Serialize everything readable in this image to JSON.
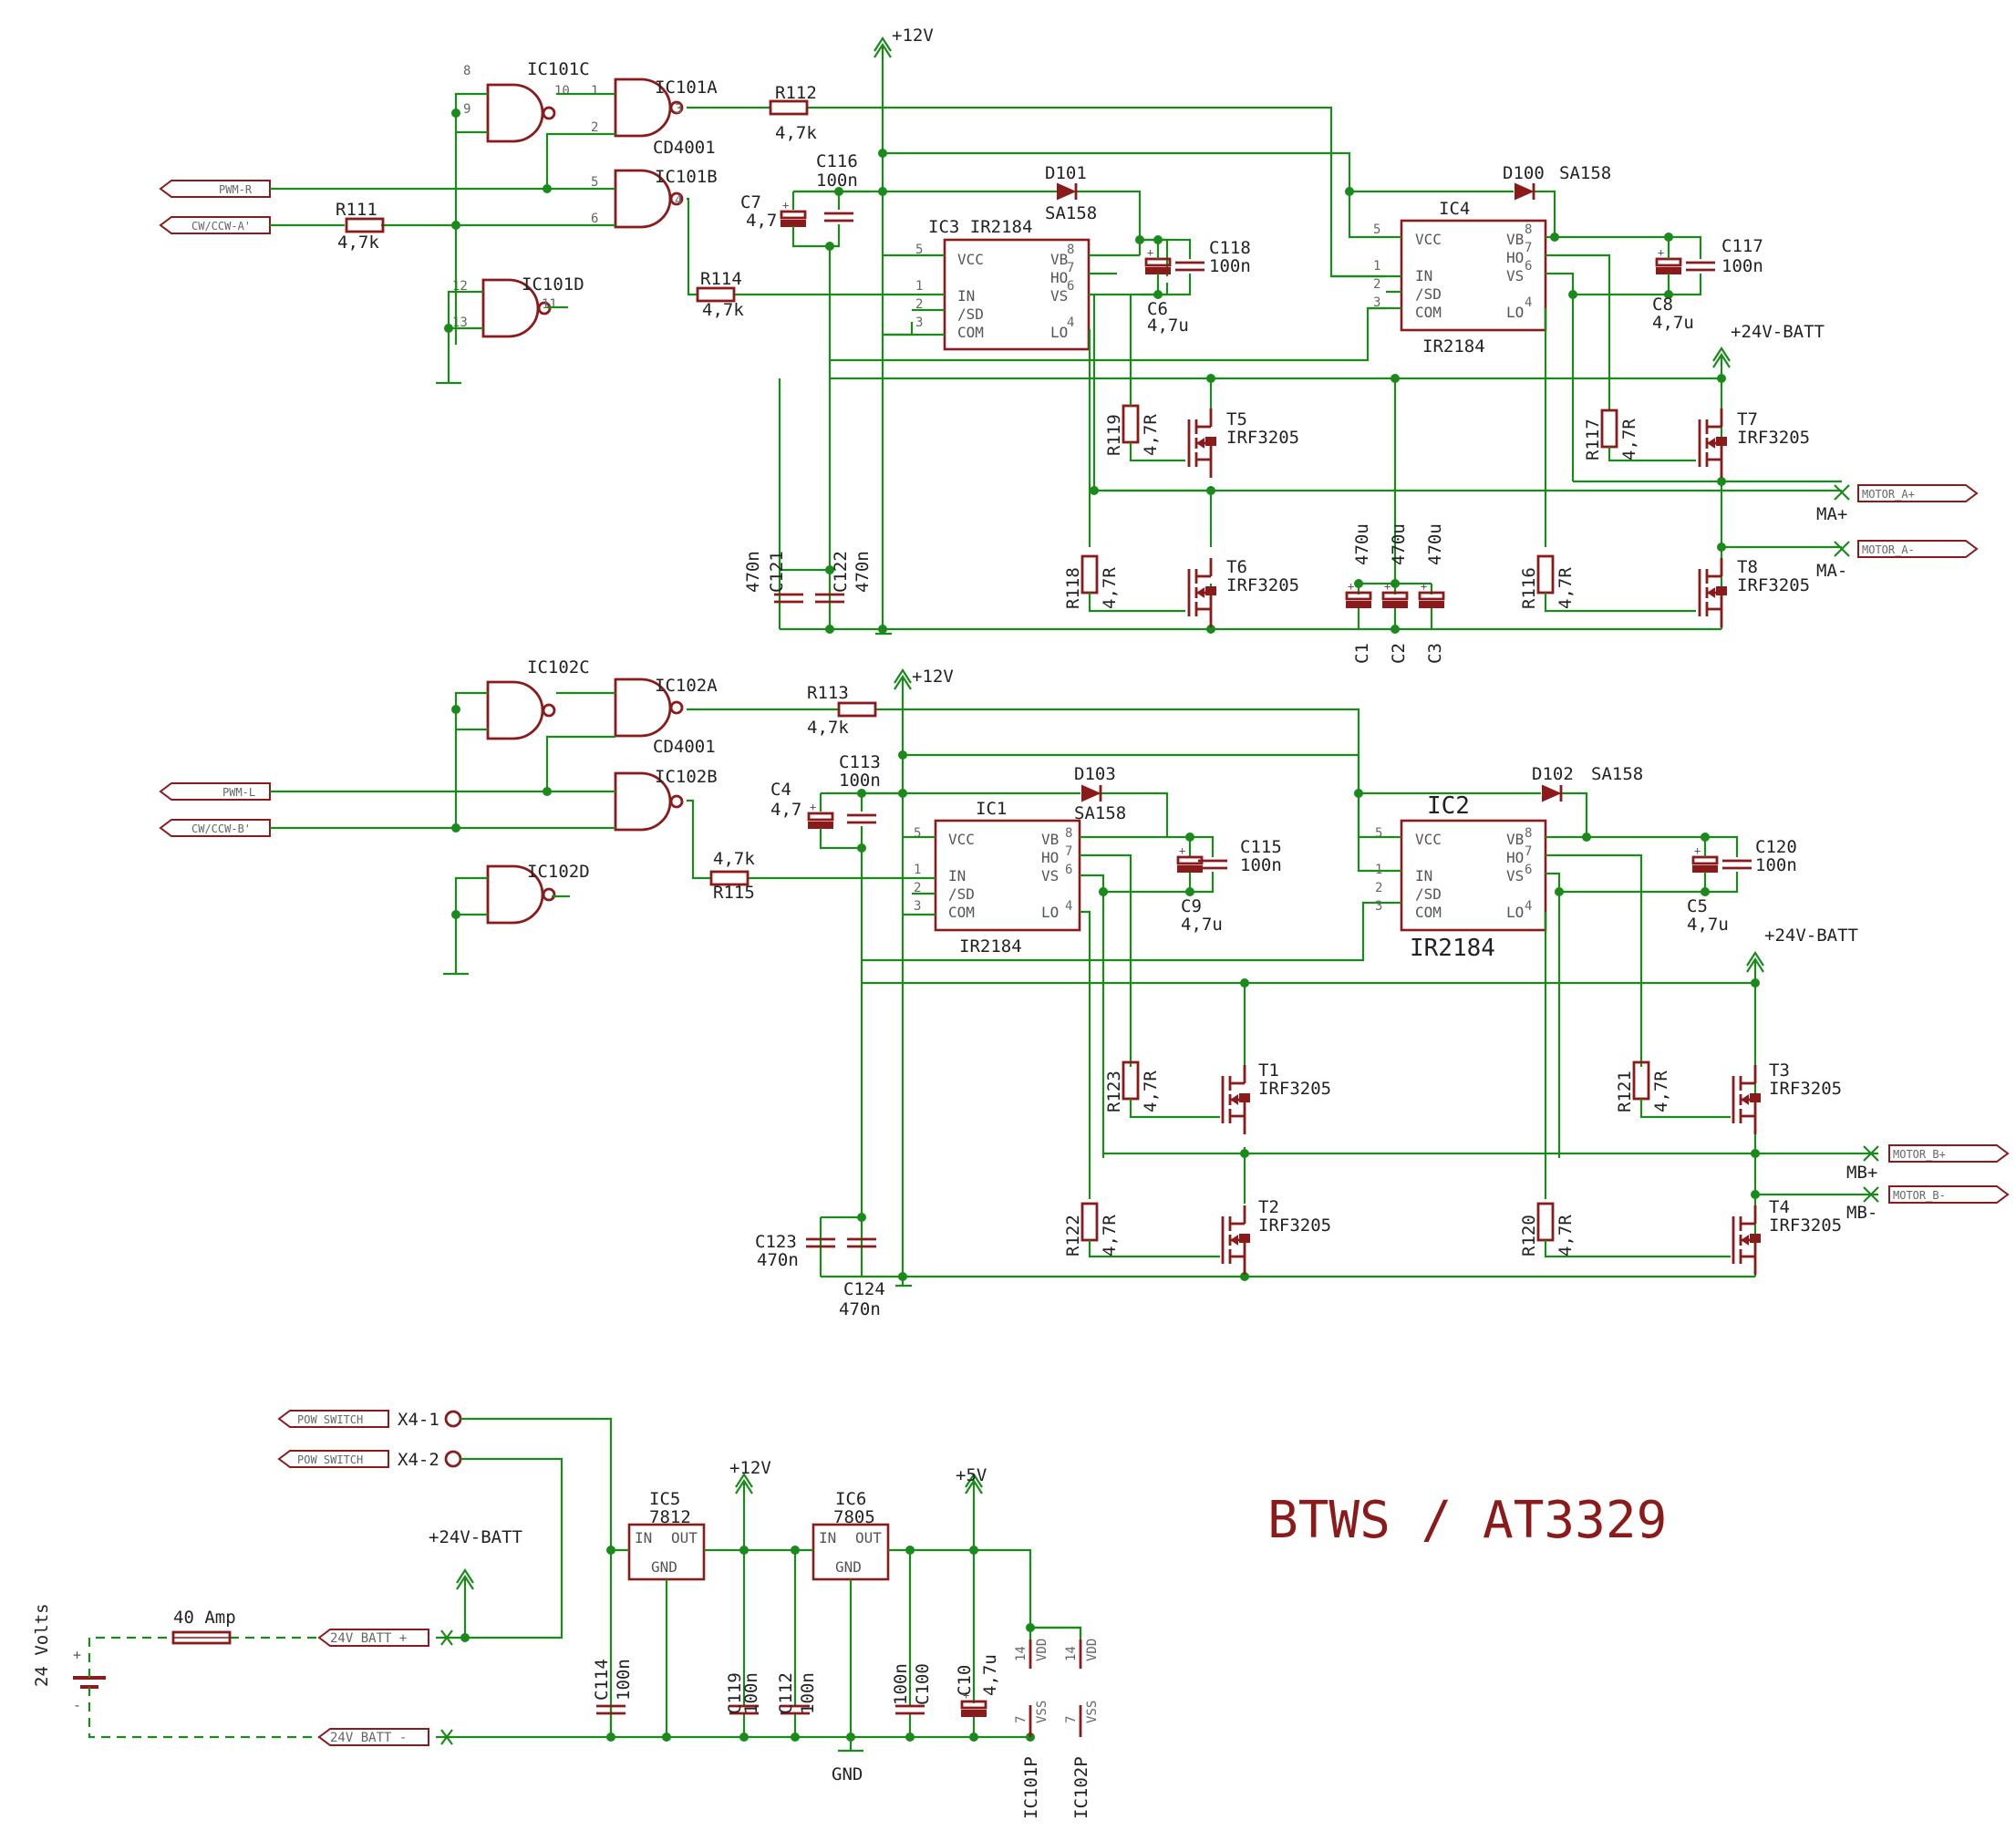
{
  "title": "BTWS / AT3329",
  "colors": {
    "wire": "#1a8a1a",
    "symbol": "#8b1a1a",
    "text": "#222222"
  },
  "half_a": {
    "gates": {
      "c": "IC101C",
      "a": "IC101A",
      "b": "IC101B",
      "d": "IC101D",
      "type": "CD4001"
    },
    "pins": {
      "c_in1": "8",
      "c_in2": "9",
      "c_out": "10",
      "a_in1": "1",
      "a_in2": "2",
      "a_out": "3",
      "b_in1": "5",
      "b_in2": "6",
      "b_out": "4",
      "d_in1": "12",
      "d_in2": "13",
      "d_out": "11"
    },
    "input_pwm": "PWM-R",
    "input_dir": "CW/CCW-A'",
    "r_dir": {
      "name": "R111",
      "value": "4,7k"
    },
    "r_hi": {
      "name": "R112",
      "value": "4,7k"
    },
    "r_lo": {
      "name": "R114",
      "value": "4,7k"
    },
    "supply": "+12V",
    "c_vcc1": {
      "name": "C116",
      "value": "100n"
    },
    "c_vcc2": {
      "name": "C7",
      "value": "4,7"
    },
    "drv_left": {
      "name": "IC3 IR2184",
      "sub": ""
    },
    "drv_right": {
      "name": "IC4",
      "sub": "IR2184"
    },
    "diode_left": {
      "name": "D101",
      "value": "SA158"
    },
    "diode_right": {
      "name": "D100",
      "value": "SA158"
    },
    "boot_left_el": {
      "name": "C6",
      "value": "4,7u"
    },
    "boot_left_cer": {
      "name": "C118",
      "value": "100n"
    },
    "boot_right_el": {
      "name": "C8",
      "value": "4,7u"
    },
    "boot_right_cer": {
      "name": "C117",
      "value": "100n"
    },
    "batt": "+24V-BATT",
    "fets": [
      {
        "name": "T5",
        "part": "IRF3205"
      },
      {
        "name": "T6",
        "part": "IRF3205"
      },
      {
        "name": "T7",
        "part": "IRF3205"
      },
      {
        "name": "T8",
        "part": "IRF3205"
      }
    ],
    "gate_r": [
      {
        "name": "R119",
        "value": "4,7R"
      },
      {
        "name": "R118",
        "value": "4,7R"
      },
      {
        "name": "R117",
        "value": "4,7R"
      },
      {
        "name": "R116",
        "value": "4,7R"
      }
    ],
    "caps_bulk": [
      {
        "name": "C1",
        "value": "470u"
      },
      {
        "name": "C2",
        "value": "470u"
      },
      {
        "name": "C3",
        "value": "470u"
      }
    ],
    "caps_small": [
      {
        "name": "C121",
        "value": "470n"
      },
      {
        "name": "C122",
        "value": "470n"
      }
    ],
    "out_plus": {
      "flag": "MOTOR_A+",
      "label": "MA+"
    },
    "out_minus": {
      "flag": "MOTOR_A-",
      "label": "MA-"
    }
  },
  "half_b": {
    "gates": {
      "c": "IC102C",
      "a": "IC102A",
      "b": "IC102B",
      "d": "IC102D",
      "type": "CD4001"
    },
    "input_pwm": "PWM-L",
    "input_dir": "CW/CCW-B'",
    "r_hi": {
      "name": "R113",
      "value": "4,7k"
    },
    "r_lo": {
      "name": "R115",
      "value": "4,7k"
    },
    "supply": "+12V",
    "c_vcc1": {
      "name": "C113",
      "value": "100n"
    },
    "c_vcc2": {
      "name": "C4",
      "value": "4,7"
    },
    "drv_left": {
      "name": "IC1",
      "sub": "IR2184"
    },
    "drv_right": {
      "name": "IC2",
      "sub": "IR2184"
    },
    "diode_left": {
      "name": "D103",
      "value": "SA158"
    },
    "diode_right": {
      "name": "D102",
      "value": "SA158"
    },
    "boot_left_el": {
      "name": "C9",
      "value": "4,7u"
    },
    "boot_left_cer": {
      "name": "C115",
      "value": "100n"
    },
    "boot_right_el": {
      "name": "C5",
      "value": "4,7u"
    },
    "boot_right_cer": {
      "name": "C120",
      "value": "100n"
    },
    "batt": "+24V-BATT",
    "fets": [
      {
        "name": "T1",
        "part": "IRF3205"
      },
      {
        "name": "T2",
        "part": "IRF3205"
      },
      {
        "name": "T3",
        "part": "IRF3205"
      },
      {
        "name": "T4",
        "part": "IRF3205"
      }
    ],
    "gate_r": [
      {
        "name": "R123",
        "value": "4,7R"
      },
      {
        "name": "R122",
        "value": "4,7R"
      },
      {
        "name": "R121",
        "value": "4,7R"
      },
      {
        "name": "R120",
        "value": "4,7R"
      }
    ],
    "caps_small": [
      {
        "name": "C123",
        "value": "470n"
      },
      {
        "name": "C124",
        "value": "470n"
      }
    ],
    "out_plus": {
      "flag": "MOTOR_B+",
      "label": "MB+"
    },
    "out_minus": {
      "flag": "MOTOR_B-",
      "label": "MB-"
    }
  },
  "ir2184_pins": {
    "vcc": "VCC",
    "in": "IN",
    "sd": "/SD",
    "com": "COM",
    "vb": "VB",
    "ho": "HO",
    "vs": "VS",
    "lo": "LO",
    "n5": "5",
    "n1": "1",
    "n2": "2",
    "n3": "3",
    "n8": "8",
    "n7": "7",
    "n6": "6",
    "n4": "4"
  },
  "power": {
    "switch_flag": "POW SWITCH",
    "x4_1": "X4-1",
    "x4_2": "X4-2",
    "batt_label": "+24V-BATT",
    "fuse": "40 Amp",
    "batt_plus_flag": "24V BATT +",
    "batt_minus_flag": "24V BATT -",
    "battery": "24 Volts",
    "plus_sign": "+",
    "minus_sign": "-",
    "reg12": {
      "name": "IC5",
      "part": "7812",
      "rail": "+12V"
    },
    "reg5": {
      "name": "IC6",
      "part": "7805",
      "rail": "+5V"
    },
    "reg_pins": {
      "in": "IN",
      "out": "OUT",
      "gnd": "GND"
    },
    "caps": [
      {
        "name": "C114",
        "value": "100n"
      },
      {
        "name": "C119",
        "value": "100n"
      },
      {
        "name": "C112",
        "value": "100n"
      },
      {
        "name": "C100",
        "value": "100n"
      },
      {
        "name": "C10",
        "value": "4,7u"
      }
    ],
    "gnd": "GND",
    "ic101p": "IC101P",
    "ic102p": "IC102P",
    "vdd": "VDD",
    "vss": "VSS",
    "pin14": "14",
    "pin7": "7"
  }
}
